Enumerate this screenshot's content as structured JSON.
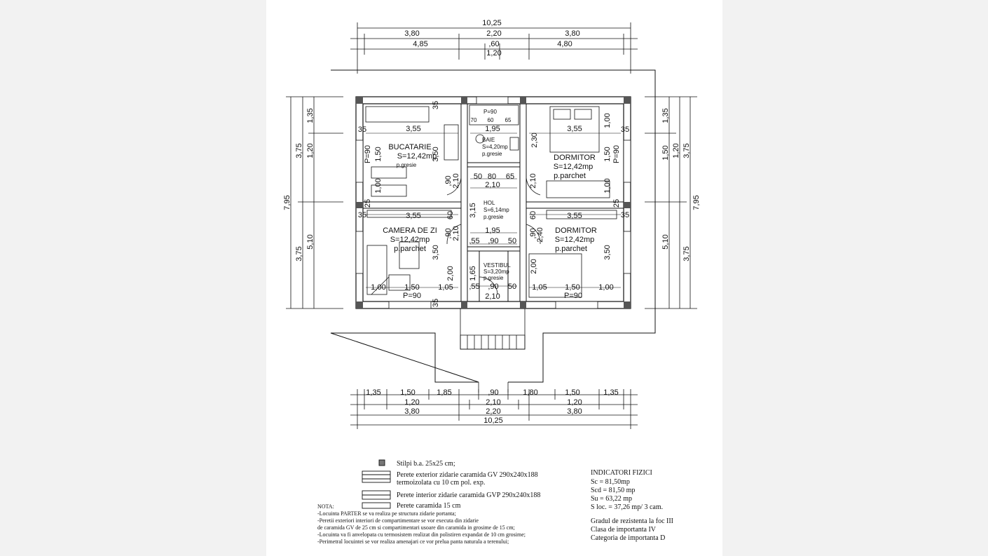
{
  "dims_top": {
    "total": "10,25",
    "row1": [
      "3,80",
      "2,20",
      "3,80"
    ],
    "row2": [
      "4,85",
      ",60",
      "4,80"
    ],
    "center": "1,20"
  },
  "dims_bottom": {
    "row1": [
      "1,35",
      "1,50",
      "1,85",
      ",90",
      "1,80",
      "1,50",
      "1,35"
    ],
    "row2_left": "1,20",
    "row2_mid": "2,10",
    "row2_right": "1,20",
    "row3": [
      "3,80",
      "2,20",
      "3,80"
    ],
    "total": "10,25"
  },
  "dims_left": {
    "total": "7,95",
    "a": "3,75",
    "b": "3,75",
    "c": "1,35",
    "d": "1,20",
    "e": "5,10"
  },
  "dims_right": {
    "total": "7,95",
    "a": "3,75",
    "b": "3,75",
    "c": "1,35",
    "d": "1,20",
    "e": "5,10",
    "f": "1,50"
  },
  "rooms": {
    "kitchen": {
      "name": "BUCATARIE",
      "area": "S=12,42mp",
      "floor": "p.gresie"
    },
    "bath": {
      "name": "BAIE",
      "area": "S=4,20mp",
      "floor": "p.gresie"
    },
    "bed1": {
      "name": "DORMITOR",
      "area": "S=12,42mp",
      "floor": "p.parchet"
    },
    "hall": {
      "name": "HOL",
      "area": "S=6,14mp",
      "floor": "p.gresie"
    },
    "living": {
      "name": "CAMERA DE ZI",
      "area": "S=12,42mp",
      "floor": "p.parchet"
    },
    "bed2": {
      "name": "DORMITOR",
      "area": "S=12,42mp",
      "floor": "p.parchet"
    },
    "vestibule": {
      "name": "VESTIBUL",
      "area": "S=3,20mp",
      "floor": "p.gresie"
    }
  },
  "inner_dims": {
    "kitchen_w": "3,55",
    "living_w": "3,55",
    "bed1_w": "3,55",
    "bed2_w": "3,55",
    "kitchen_h": "3,50",
    "living_h": "3,50",
    "bed2_h": "3,50",
    "bath_w": "1,95",
    "hall_w": "1,95",
    "hall_v1": "2,10",
    "hall_v2": "2,10",
    "hall_h": "3,15",
    "bath_h": "2,30",
    "p90": "P=90",
    "v35": "35",
    "v25": "25",
    "v60": "60",
    "v90": ",90",
    "v50": "50",
    "v80": "80",
    "v65": "65",
    "v55": ",55",
    "v150": "1,50",
    "v100": "1,00",
    "v105": "1,05",
    "v165": "1,65",
    "v200": "2,00",
    "v240": "2,40",
    "v210": "2,10",
    "v70": "70",
    "v60b": "60",
    "v65b": "65"
  },
  "legend": {
    "stilpi": "Stilpi b.a. 25x25 cm;",
    "perete_ext_1": "Perete exterior zidarie caramida GV 290x240x188",
    "perete_ext_2": "termoizolata cu 10 cm pol. exp.",
    "perete_int": "Perete interior zidarie caramida GVP 290x240x188",
    "perete_15": "Perete caramida 15 cm"
  },
  "nota": {
    "title": "NOTA:",
    "lines": [
      "-Locuinta PARTER se va realiza pe structura zidarie portanta;",
      "-Peretii exteriori interiori de compartimentare se vor executa din zidarie",
      "de caramida GV de 25 cm si compartimentari usoare din caramida in grosime de 15 cm;",
      "-Locuinta va fi anvelopata cu termosistem realizat din polistiren expandat de 10 cm grosime;",
      "-Perimetral locuintei se vor realiza amenajari ce vor prelua panta naturala a terenului;"
    ]
  },
  "indicatori": {
    "title": "INDICATORI FIZICI",
    "lines": [
      "Sc  = 81,50mp",
      "Scd = 81,50 mp",
      "Su = 63,22 mp",
      "S loc. = 37,26 mp/ 3 cam."
    ],
    "extra": [
      "Gradul de rezistenta la foc III",
      "Clasa de importanta IV",
      "Categoria de importanta D"
    ]
  }
}
